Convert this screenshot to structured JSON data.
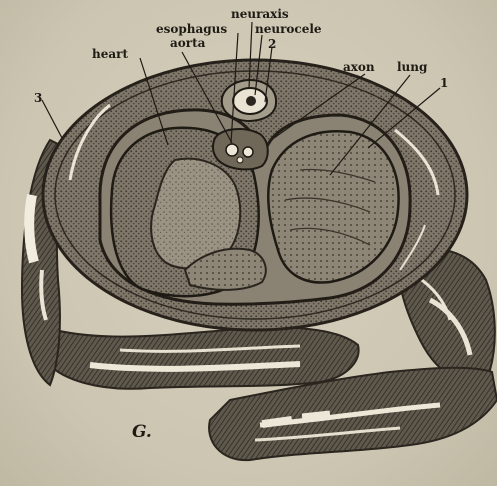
{
  "figure": {
    "labels": {
      "neuraxis": "neuraxis",
      "esophagus": "esophagus",
      "neurocele": "neurocele",
      "aorta": "aorta",
      "heart": "heart",
      "num2": "2",
      "axon": "axon",
      "lung": "lung",
      "num1": "1",
      "num3": "3"
    },
    "figure_letter": "G."
  }
}
